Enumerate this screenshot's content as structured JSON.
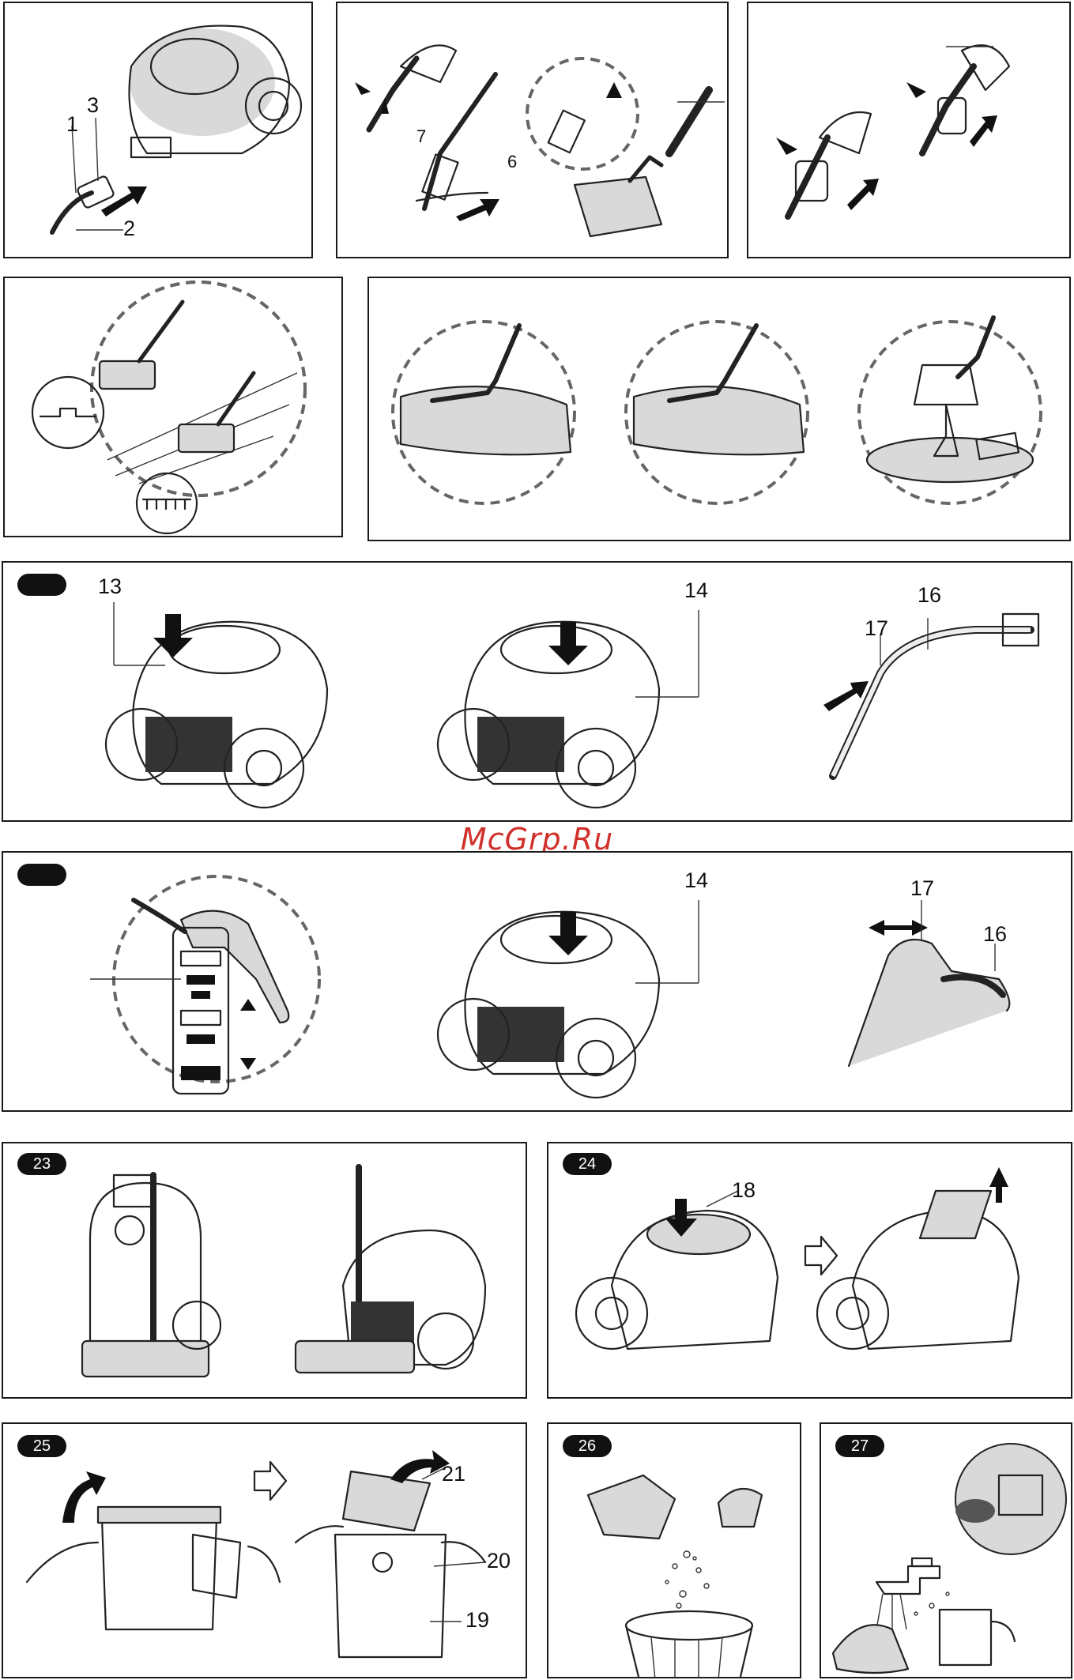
{
  "watermark": "McGrp.Ru",
  "panels": {
    "p1": {
      "callouts": [
        "1",
        "3",
        "2"
      ]
    },
    "p2": {
      "callouts": [
        "7",
        "6"
      ]
    },
    "p7": {
      "badge": "",
      "callouts": [
        "13",
        "14",
        "16",
        "17"
      ]
    },
    "p8": {
      "badge": "",
      "callouts": [
        "14",
        "17",
        "16"
      ]
    },
    "p23": {
      "badge": "23"
    },
    "p24": {
      "badge": "24",
      "callouts": [
        "18"
      ]
    },
    "p25": {
      "badge": "25",
      "callouts": [
        "21",
        "20",
        "19"
      ]
    },
    "p26": {
      "badge": "26"
    },
    "p27": {
      "badge": "27"
    }
  },
  "icons": [
    "vacuum-cleaner-icon",
    "hose-handle-icon",
    "floor-nozzle-icon",
    "arrow-icon",
    "dashed-zoom-circle-icon",
    "dust-bin-icon",
    "faucet-icon",
    "trash-can-icon"
  ]
}
